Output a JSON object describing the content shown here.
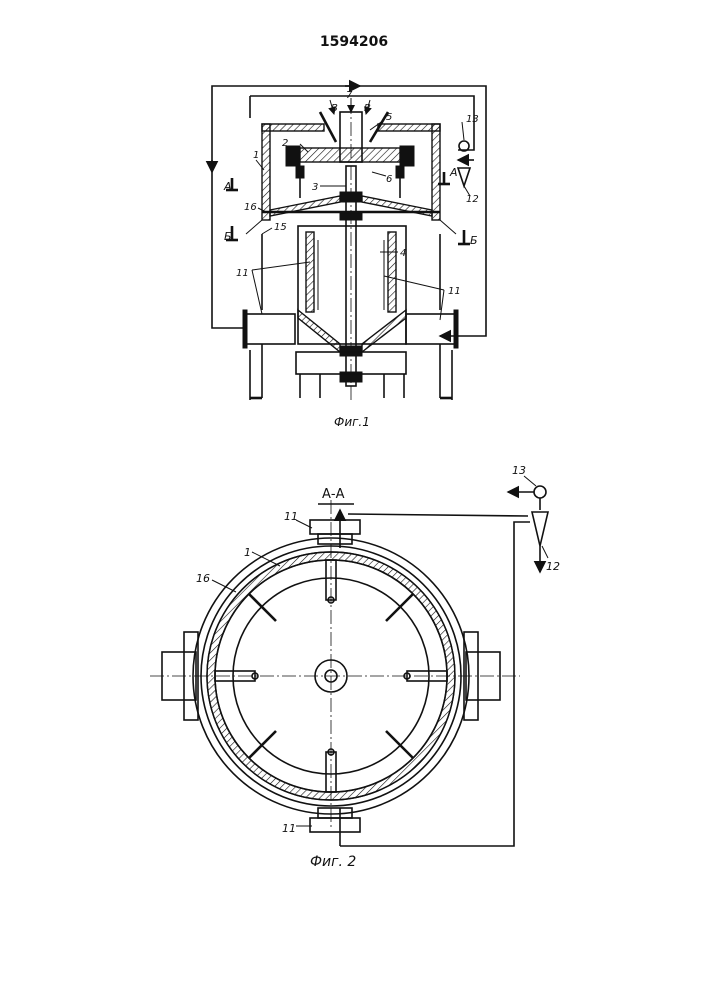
{
  "patent_number": "1594206",
  "fig1": {
    "caption": "Фиг.1",
    "callouts": {
      "c1": "1",
      "c2": "2",
      "c3": "3",
      "c4": "4",
      "c5": "5",
      "c6": "6",
      "c7": "7",
      "c11a": "11",
      "c11b": "11",
      "c12": "12",
      "c13": "13",
      "c15": "15",
      "c16": "16"
    },
    "section_marks": {
      "a_left": "А",
      "a_right": "А",
      "b_left": "Б",
      "b_right": "Б"
    },
    "flow_marks": {
      "v1": "В",
      "v2": "В"
    }
  },
  "fig2": {
    "caption": "Фиг. 2",
    "section_title": "А-А",
    "callouts": {
      "c1": "1",
      "c11_top": "11",
      "c11_bottom": "11",
      "c12": "12",
      "c13": "13",
      "c16": "16"
    }
  }
}
